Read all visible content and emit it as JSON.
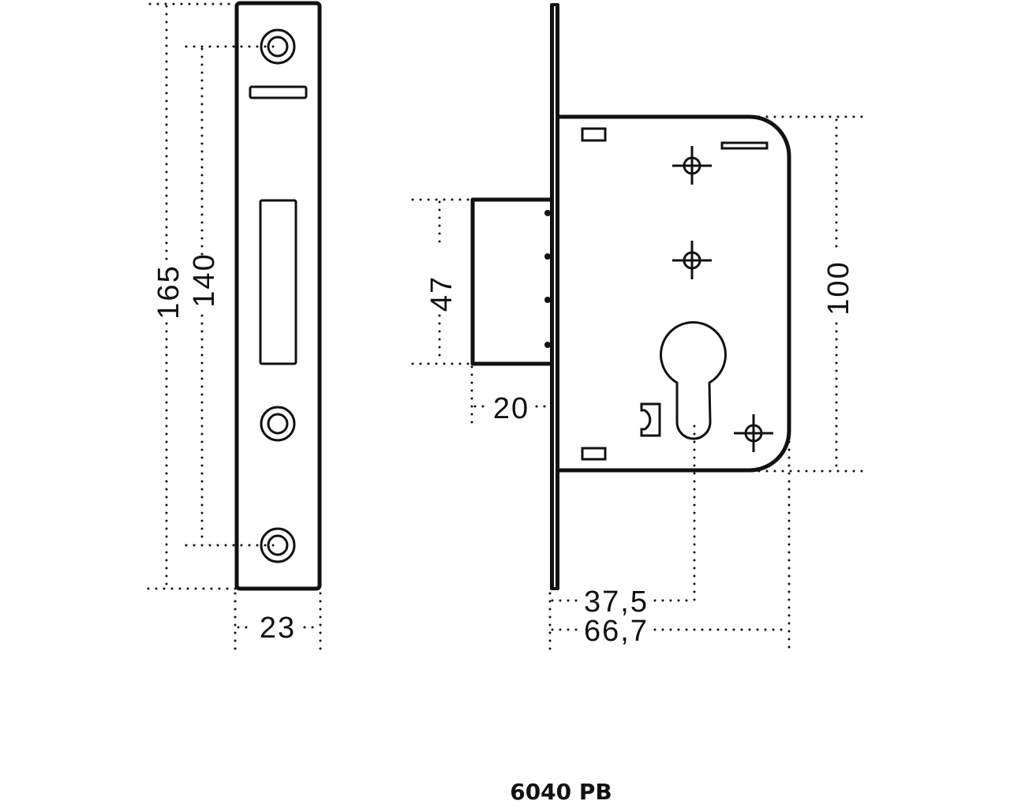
{
  "title": "6040 PB",
  "dimensions": {
    "faceplate_total_height": "165",
    "screw_spacing": "140",
    "faceplate_width": "23",
    "bolt_height": "47",
    "bolt_throw": "20",
    "case_height": "100",
    "backset": "37,5",
    "case_depth": "66,7"
  }
}
